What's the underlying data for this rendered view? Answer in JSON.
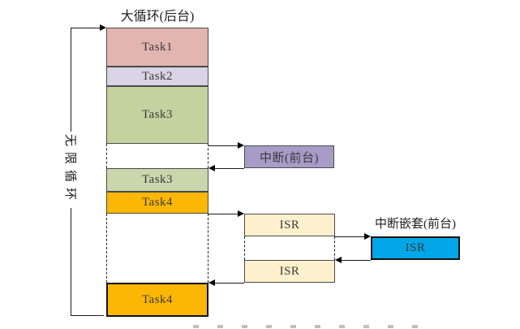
{
  "labels": {
    "title": "大循环(后台)",
    "infinite_loop": "无限循环",
    "nested_interrupt": "中断嵌套(前台)"
  },
  "boxes": {
    "task1": {
      "label": "Task1",
      "color": "#e2b5b0"
    },
    "task2": {
      "label": "Task2",
      "color": "#d8d3e5"
    },
    "task3a": {
      "label": "Task3",
      "color": "#c4d2a0"
    },
    "task3b": {
      "label": "Task3",
      "color": "#cad6ac"
    },
    "task4a": {
      "label": "Task4",
      "color": "#fcb705"
    },
    "task4b": {
      "label": "Task4",
      "color": "#fcb705"
    },
    "interrupt": {
      "label": "中断(前台)",
      "color": "#a79cc8"
    },
    "isr_first": {
      "label": "ISR",
      "color": "#fdf0cd"
    },
    "isr_second": {
      "label": "ISR",
      "color": "#fdf0cd"
    },
    "isr_nested": {
      "label": "ISR",
      "color": "#00a6e8"
    }
  },
  "line_color": "#1a1a1a"
}
